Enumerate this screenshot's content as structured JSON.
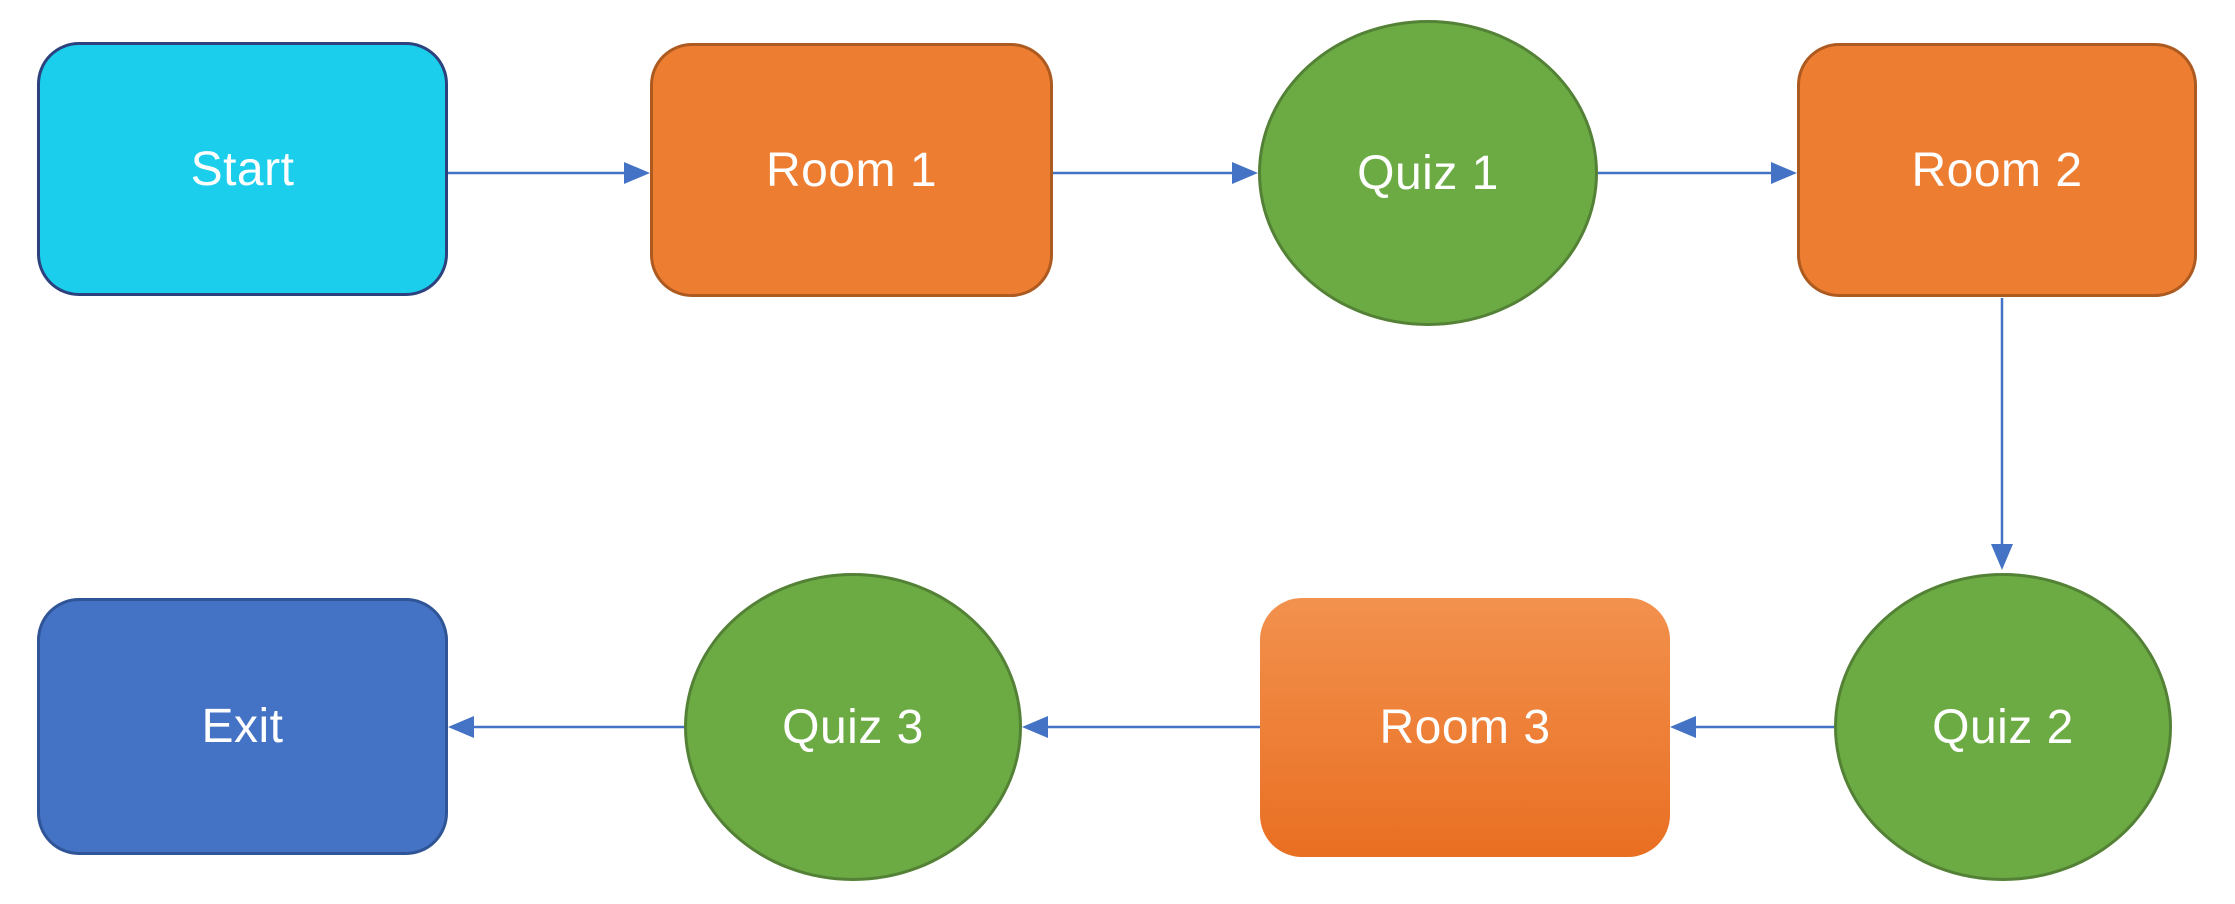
{
  "diagram": {
    "type": "flowchart",
    "background": "#FFFFFF"
  },
  "colors": {
    "canvas_bg": "#FFFFFF",
    "start_fill": "#1BCEEB",
    "start_border": "#2C417E",
    "room_fill": "#ED7D31",
    "room_border": "#AD5A20",
    "room3_top": "#F2914E",
    "room3_bottom": "#E96F22",
    "quiz_fill": "#6CAB44",
    "quiz_border": "#538135",
    "exit_fill": "#4472C4",
    "exit_border": "#2F5597",
    "arrow": "#4472C4",
    "text": "#FFFFFF"
  },
  "nodes": [
    {
      "id": "start",
      "label": "Start",
      "shape": "rounded-rectangle",
      "fill": "#1BCEEB"
    },
    {
      "id": "room-1",
      "label": "Room 1",
      "shape": "rounded-rectangle",
      "fill": "#ED7D31"
    },
    {
      "id": "quiz-1",
      "label": "Quiz 1",
      "shape": "ellipse",
      "fill": "#6CAB44"
    },
    {
      "id": "room-2",
      "label": "Room 2",
      "shape": "rounded-rectangle",
      "fill": "#ED7D31"
    },
    {
      "id": "quiz-2",
      "label": "Quiz 2",
      "shape": "ellipse",
      "fill": "#6CAB44"
    },
    {
      "id": "room-3",
      "label": "Room 3",
      "shape": "rounded-rectangle",
      "fill": "#ED7D31"
    },
    {
      "id": "quiz-3",
      "label": "Quiz 3",
      "shape": "ellipse",
      "fill": "#6CAB44"
    },
    {
      "id": "exit",
      "label": "Exit",
      "shape": "rounded-rectangle",
      "fill": "#4472C4"
    }
  ],
  "edges": [
    {
      "from": "start",
      "to": "room-1",
      "direction": "right"
    },
    {
      "from": "room-1",
      "to": "quiz-1",
      "direction": "right"
    },
    {
      "from": "quiz-1",
      "to": "room-2",
      "direction": "right"
    },
    {
      "from": "room-2",
      "to": "quiz-2",
      "direction": "down"
    },
    {
      "from": "quiz-2",
      "to": "room-3",
      "direction": "left"
    },
    {
      "from": "room-3",
      "to": "quiz-3",
      "direction": "left"
    },
    {
      "from": "quiz-3",
      "to": "exit",
      "direction": "left"
    }
  ]
}
